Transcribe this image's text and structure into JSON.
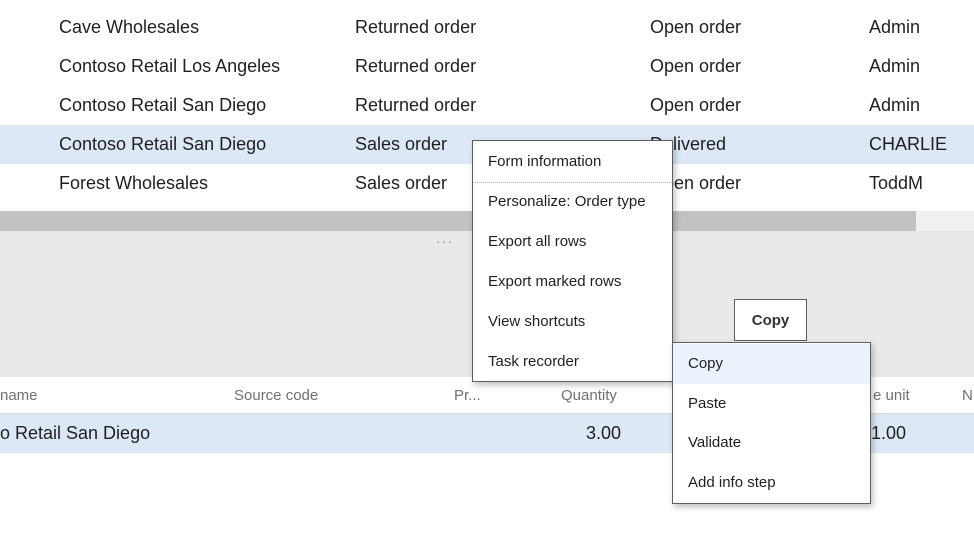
{
  "upper_grid": {
    "rows": [
      {
        "name": "Cave Wholesales",
        "type": "Returned order",
        "status": "Open order",
        "user": "Admin"
      },
      {
        "name": "Contoso Retail Los Angeles",
        "type": "Returned order",
        "status": "Open order",
        "user": "Admin"
      },
      {
        "name": "Contoso Retail San Diego",
        "type": "Returned order",
        "status": "Open order",
        "user": "Admin"
      },
      {
        "name": "Contoso Retail San Diego",
        "type": "Sales order",
        "status": "Delivered",
        "user": "CHARLIE"
      },
      {
        "name": "Forest Wholesales",
        "type": "Sales order",
        "status": "Open order",
        "user": "ToddM"
      }
    ],
    "selected_row": 3
  },
  "splitter": {
    "dots": "···"
  },
  "lower_grid": {
    "headers": {
      "name": "name",
      "source_code": "Source code",
      "pr": "Pr...",
      "quantity": "Quantity",
      "unit": "e unit",
      "n": "N"
    },
    "row": {
      "name": "o Retail San Diego",
      "quantity": "3.00",
      "price": "1.00"
    }
  },
  "context_menu": {
    "items": [
      "Form information",
      "Personalize: Order type",
      "Export all rows",
      "Export marked rows",
      "View shortcuts",
      "Task recorder"
    ]
  },
  "sub_menu": {
    "items": [
      "Copy",
      "Paste",
      "Validate",
      "Add info step"
    ],
    "hovered": 0
  },
  "tooltip": {
    "text": "Copy"
  },
  "colors": {
    "selected_row": "#dce8f5",
    "menu_hover": "#eaf2fb",
    "gray_area": "#e9e9e9"
  }
}
